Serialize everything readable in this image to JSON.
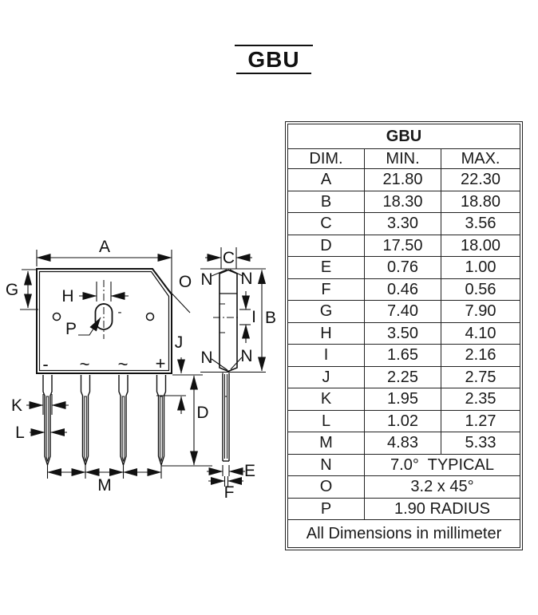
{
  "title": "GBU",
  "table": {
    "header": "GBU",
    "columns": [
      "DIM.",
      "MIN.",
      "MAX."
    ],
    "rows": [
      {
        "dim": "A",
        "min": "21.80",
        "max": "22.30"
      },
      {
        "dim": "B",
        "min": "18.30",
        "max": "18.80"
      },
      {
        "dim": "C",
        "min": "3.30",
        "max": "3.56"
      },
      {
        "dim": "D",
        "min": "17.50",
        "max": "18.00"
      },
      {
        "dim": "E",
        "min": "0.76",
        "max": "1.00"
      },
      {
        "dim": "F",
        "min": "0.46",
        "max": "0.56"
      },
      {
        "dim": "G",
        "min": "7.40",
        "max": "7.90"
      },
      {
        "dim": "H",
        "min": "3.50",
        "max": "4.10"
      },
      {
        "dim": "I",
        "min": "1.65",
        "max": "2.16"
      },
      {
        "dim": "J",
        "min": "2.25",
        "max": "2.75"
      },
      {
        "dim": "K",
        "min": "1.95",
        "max": "2.35"
      },
      {
        "dim": "L",
        "min": "1.02",
        "max": "1.27"
      },
      {
        "dim": "M",
        "min": "4.83",
        "max": "5.33"
      }
    ],
    "span_rows": [
      {
        "dim": "N",
        "value": "7.0°  TYPICAL"
      },
      {
        "dim": "O",
        "value": "3.2 x 45°"
      },
      {
        "dim": "P",
        "value": "1.90 RADIUS"
      }
    ],
    "footer": "All Dimensions in millimeter"
  },
  "drawing": {
    "labels": {
      "A": "A",
      "B": "B",
      "C": "C",
      "D": "D",
      "E": "E",
      "F": "F",
      "G": "G",
      "H": "H",
      "I": "I",
      "J": "J",
      "K": "K",
      "L": "L",
      "M": "M",
      "N": "N",
      "O": "O",
      "P": "P"
    },
    "terminals": {
      "t1": "-",
      "t2": "~",
      "t3": "~",
      "t4": "+"
    },
    "slot_polarity_mark": "-",
    "line_color": "#111111",
    "background": "#ffffff"
  }
}
